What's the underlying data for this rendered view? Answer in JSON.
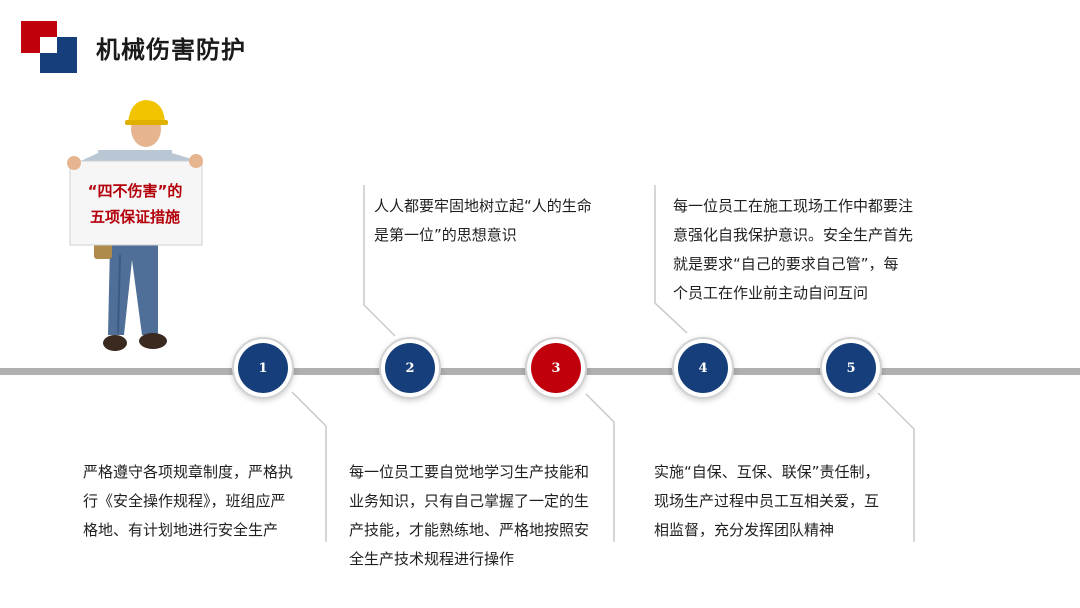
{
  "header": {
    "title": "机械伤害防护"
  },
  "sign": {
    "line1": "“四不伤害”的",
    "line2": "五项保证措施"
  },
  "steps": [
    {
      "number": "1",
      "text_lines": [
        "严格遵守各项规章制度，严格执",
        "行《安全操作规程》，班组应严",
        "格地、有计划地进行安全生产"
      ]
    },
    {
      "number": "2",
      "text_lines": [
        "人人都要牢固地树立起“人的生命",
        "是第一位”的思想意识"
      ]
    },
    {
      "number": "3",
      "text_lines": [
        "每一位员工要自觉地学习生产技能和",
        "业务知识，只有自己掌握了一定的生",
        "产技能，才能熟练地、严格地按照安",
        "全生产技术规程进行操作"
      ]
    },
    {
      "number": "4",
      "text_lines": [
        "每一位员工在施工现场工作中都要注",
        "意强化自我保护意识。安全生产首先",
        "就是要求“自己的要求自己管”，每",
        "个员工在作业前主动自问互问"
      ]
    },
    {
      "number": "5",
      "text_lines": [
        "实施“自保、互保、联保”责任制，",
        "现场生产过程中员工互相关爱，互",
        "相监督，充分发挥团队精神"
      ]
    }
  ],
  "colors": {
    "accent_red": "#c0000b",
    "accent_blue": "#163e7a",
    "timeline_gray": "#b0b0b0"
  }
}
